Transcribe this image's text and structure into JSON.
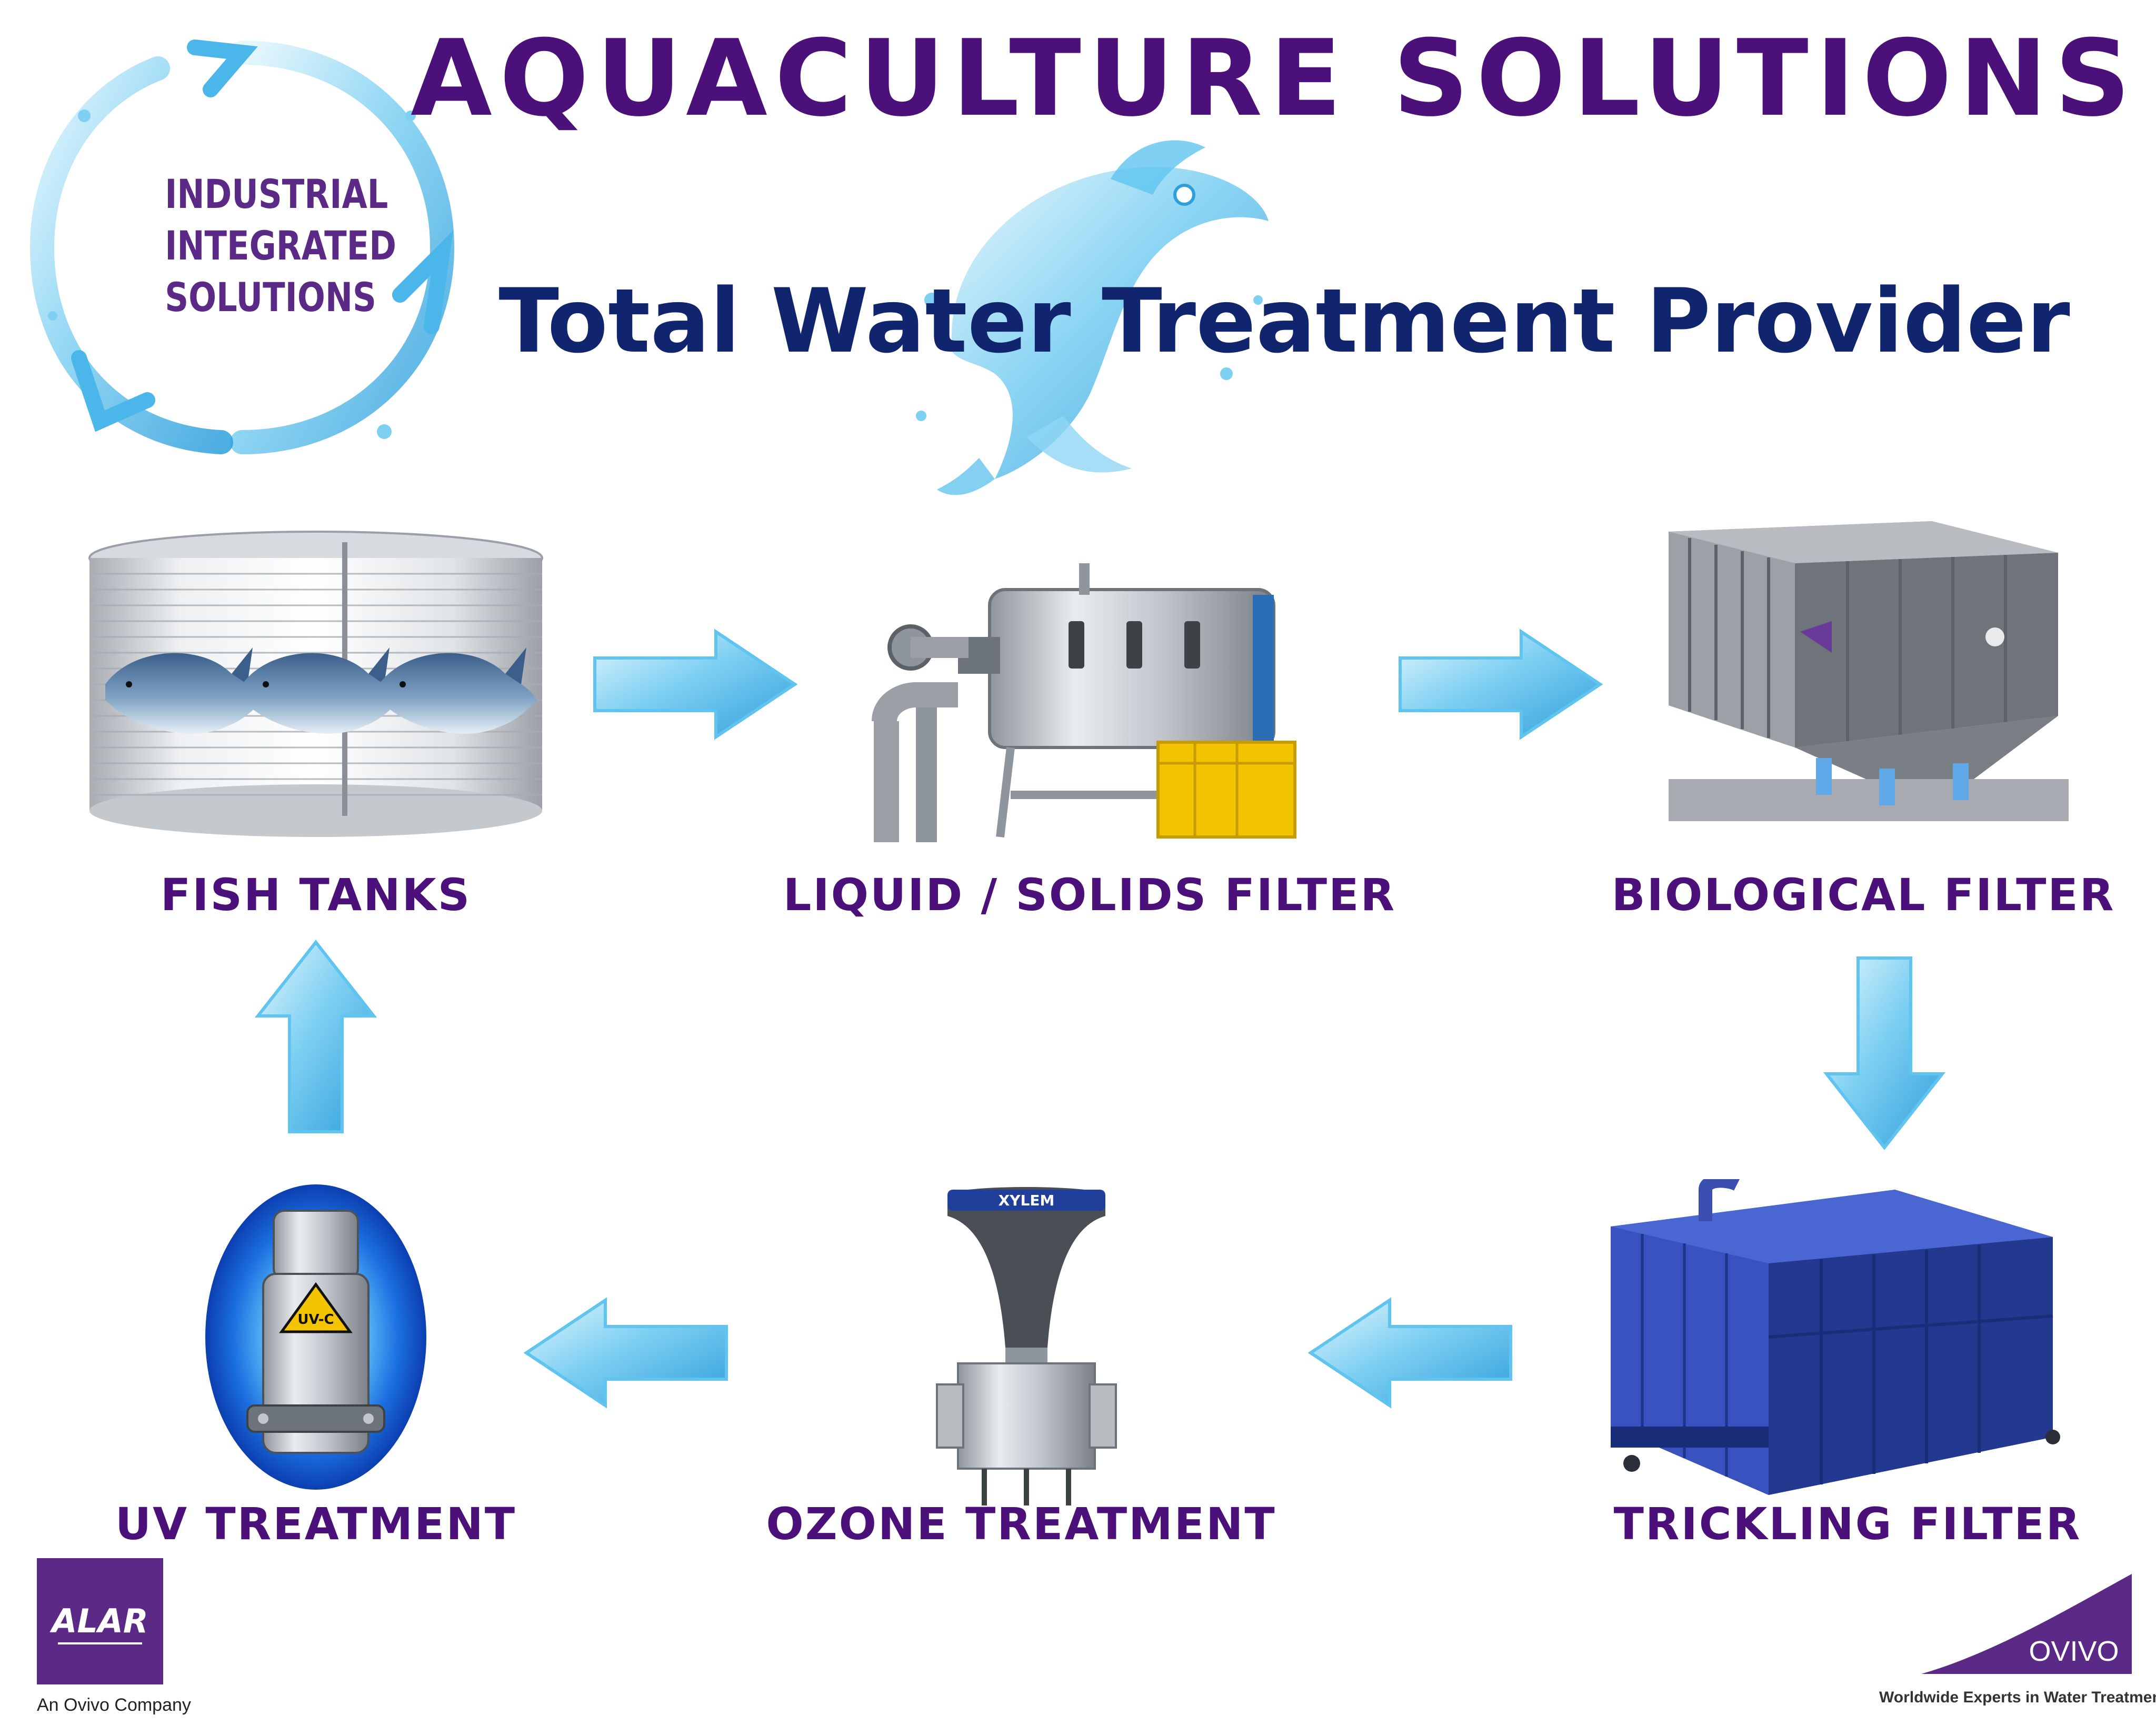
{
  "header": {
    "title": "AQUACULTURE SOLUTIONS",
    "subtitle": "Total Water Treatment Provider"
  },
  "logo": {
    "lines": [
      "INDUSTRIAL",
      "INTEGRATED",
      "SOLUTIONS"
    ]
  },
  "stages": {
    "fish_tanks": "FISH TANKS",
    "liquid_solids": "LIQUID / SOLIDS FILTER",
    "biological": "BIOLOGICAL FILTER",
    "trickling": "TRICKLING FILTER",
    "ozone": "OZONE TREATMENT",
    "uv": "UV TREATMENT"
  },
  "uv_lamp_label": "UV-C",
  "ozone_unit_brand": "XYLEM",
  "branding": {
    "alar_logo": "ALAR",
    "alar_caption": "An Ovivo Company",
    "ovivo_logo": "OVIVO",
    "ovivo_tagline": "Worldwide Experts in Water Treatment"
  },
  "colors": {
    "title_purple": "#4b1079",
    "subtitle_navy": "#10256e",
    "water_blue": "#5fc4ef",
    "water_light": "#c9ecfb",
    "biofilter_gray": "#777b82",
    "trickling_blue": "#2c45a8"
  }
}
